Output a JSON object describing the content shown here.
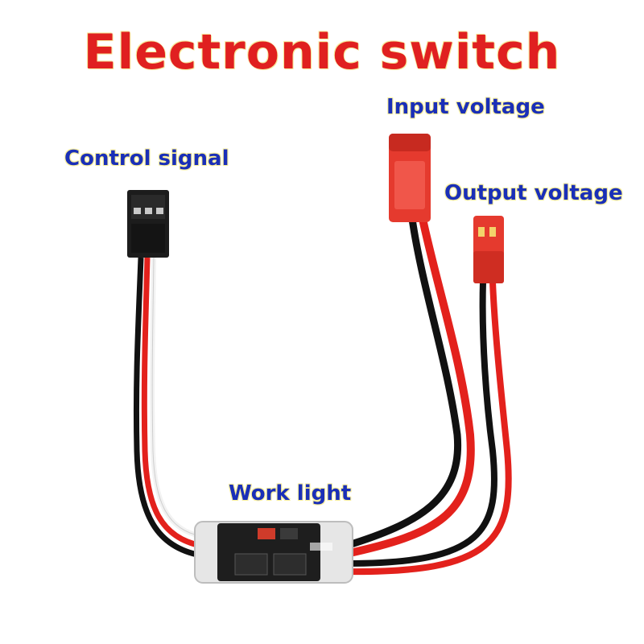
{
  "title": "Electronic switch",
  "labels": {
    "control_signal": "Control signal",
    "input_voltage": "Input voltage",
    "output_voltage": "Output voltage",
    "work_light": "Work light"
  },
  "colors": {
    "title": "#e02020",
    "label": "#1a2fb8",
    "label_glow": "#f8ee9c",
    "wire_red": "#e3211c",
    "wire_black": "#111111",
    "wire_white": "#f2f2f2",
    "connector_red": "#e53a2e",
    "connector_black": "#1c1c1c"
  }
}
